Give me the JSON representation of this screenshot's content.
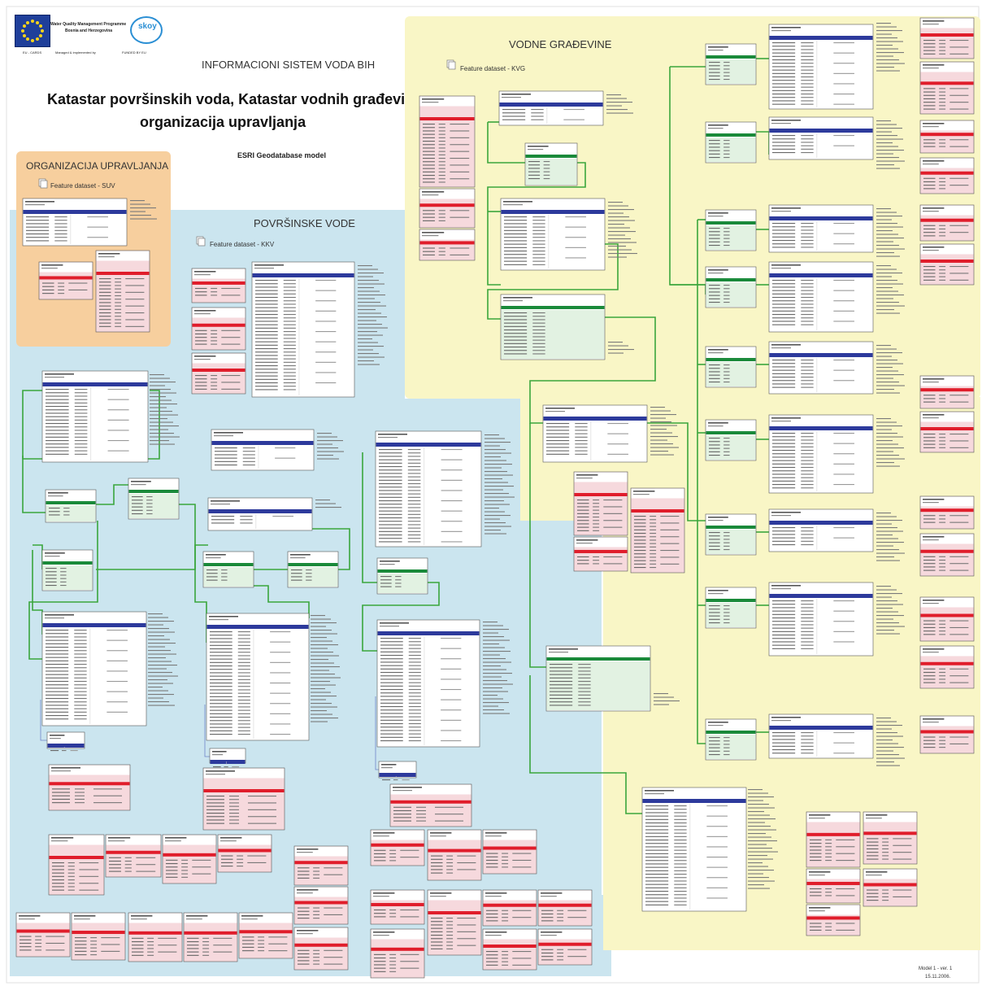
{
  "header": {
    "logo_text_1": "Water Quality Management Programme",
    "logo_text_2": "Bosnia and Herzegovina",
    "logo_caption_left": "EU - CARDS",
    "logo_caption_mid": "Managed & implemented by",
    "logo_caption_right": "FUNDED BY EU",
    "skoy_logo": "skoy",
    "system_title": "INFORMACIONI SISTEM VODA BIH",
    "main_title_line1": "Katastar površinskih voda, Katastar vodnih građevina i",
    "main_title_line2": "organizacija upravljanja",
    "model_subtitle": "ESRI Geodatabase model"
  },
  "zones": {
    "org": {
      "title": "ORGANIZACIJA UPRAVLJANJA",
      "dataset": "Feature dataset - SUV",
      "color": "#f7cf9e"
    },
    "surface": {
      "title": "POVRŠINSKE VODE",
      "dataset": "Feature dataset - KKV",
      "color": "#cbe5ef"
    },
    "structures": {
      "title": "VODNE GRAĐEVINE",
      "dataset": "Feature dataset - KVG",
      "color": "#f9f6c6"
    }
  },
  "footer": {
    "model_version": "Model 1 - ver. 1",
    "date": "15.11.2006."
  },
  "colors": {
    "class_header": "#2d3a9c",
    "relation_header": "#1a8a3a",
    "domain_header": "#e01d2b",
    "domain_fill": "#f6d9dd",
    "relation_fill": "#e2f2e2",
    "connector": "#3aa63c"
  },
  "icons": {
    "dataset_icon": "feature-dataset-icon"
  }
}
